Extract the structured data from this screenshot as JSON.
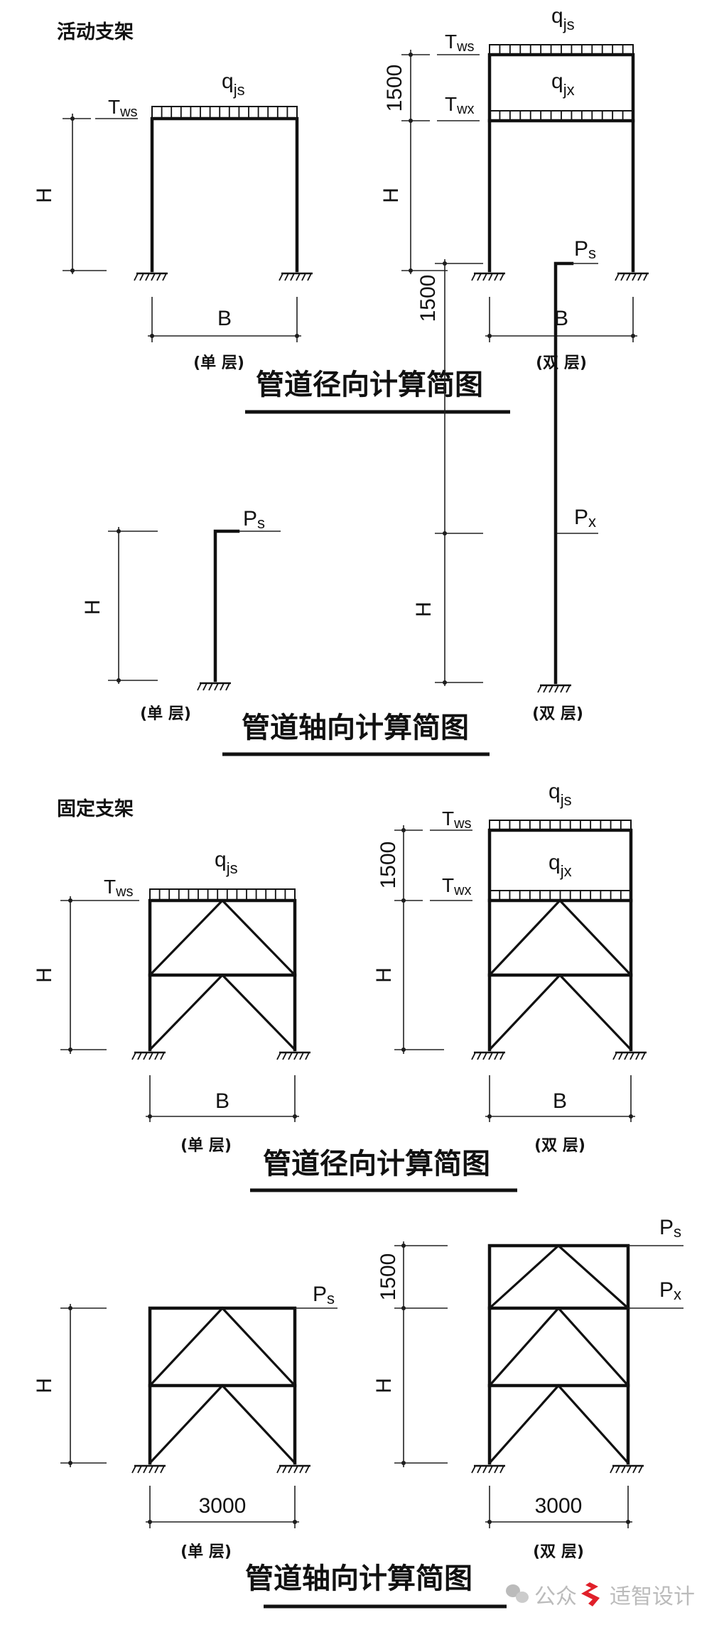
{
  "sections": {
    "movable_support": "活动支架",
    "fixed_support": "固定支架"
  },
  "titles": {
    "radial": "管道径向计算简图",
    "axial": "管道轴向计算简图"
  },
  "captions": {
    "single": "(单 层)",
    "double": "(双 层)"
  },
  "dims": {
    "H": "H",
    "B": "B",
    "upper_height": "1500",
    "width": "3000"
  },
  "symbols": {
    "q": "q",
    "js": "js",
    "jx": "jx",
    "T": "T",
    "ws": "ws",
    "wx": "wx",
    "P": "P",
    "s": "s",
    "x": "x"
  },
  "watermark": {
    "prefix": "公众",
    "name": "适智设计",
    "logo_color": "#e0202a"
  }
}
